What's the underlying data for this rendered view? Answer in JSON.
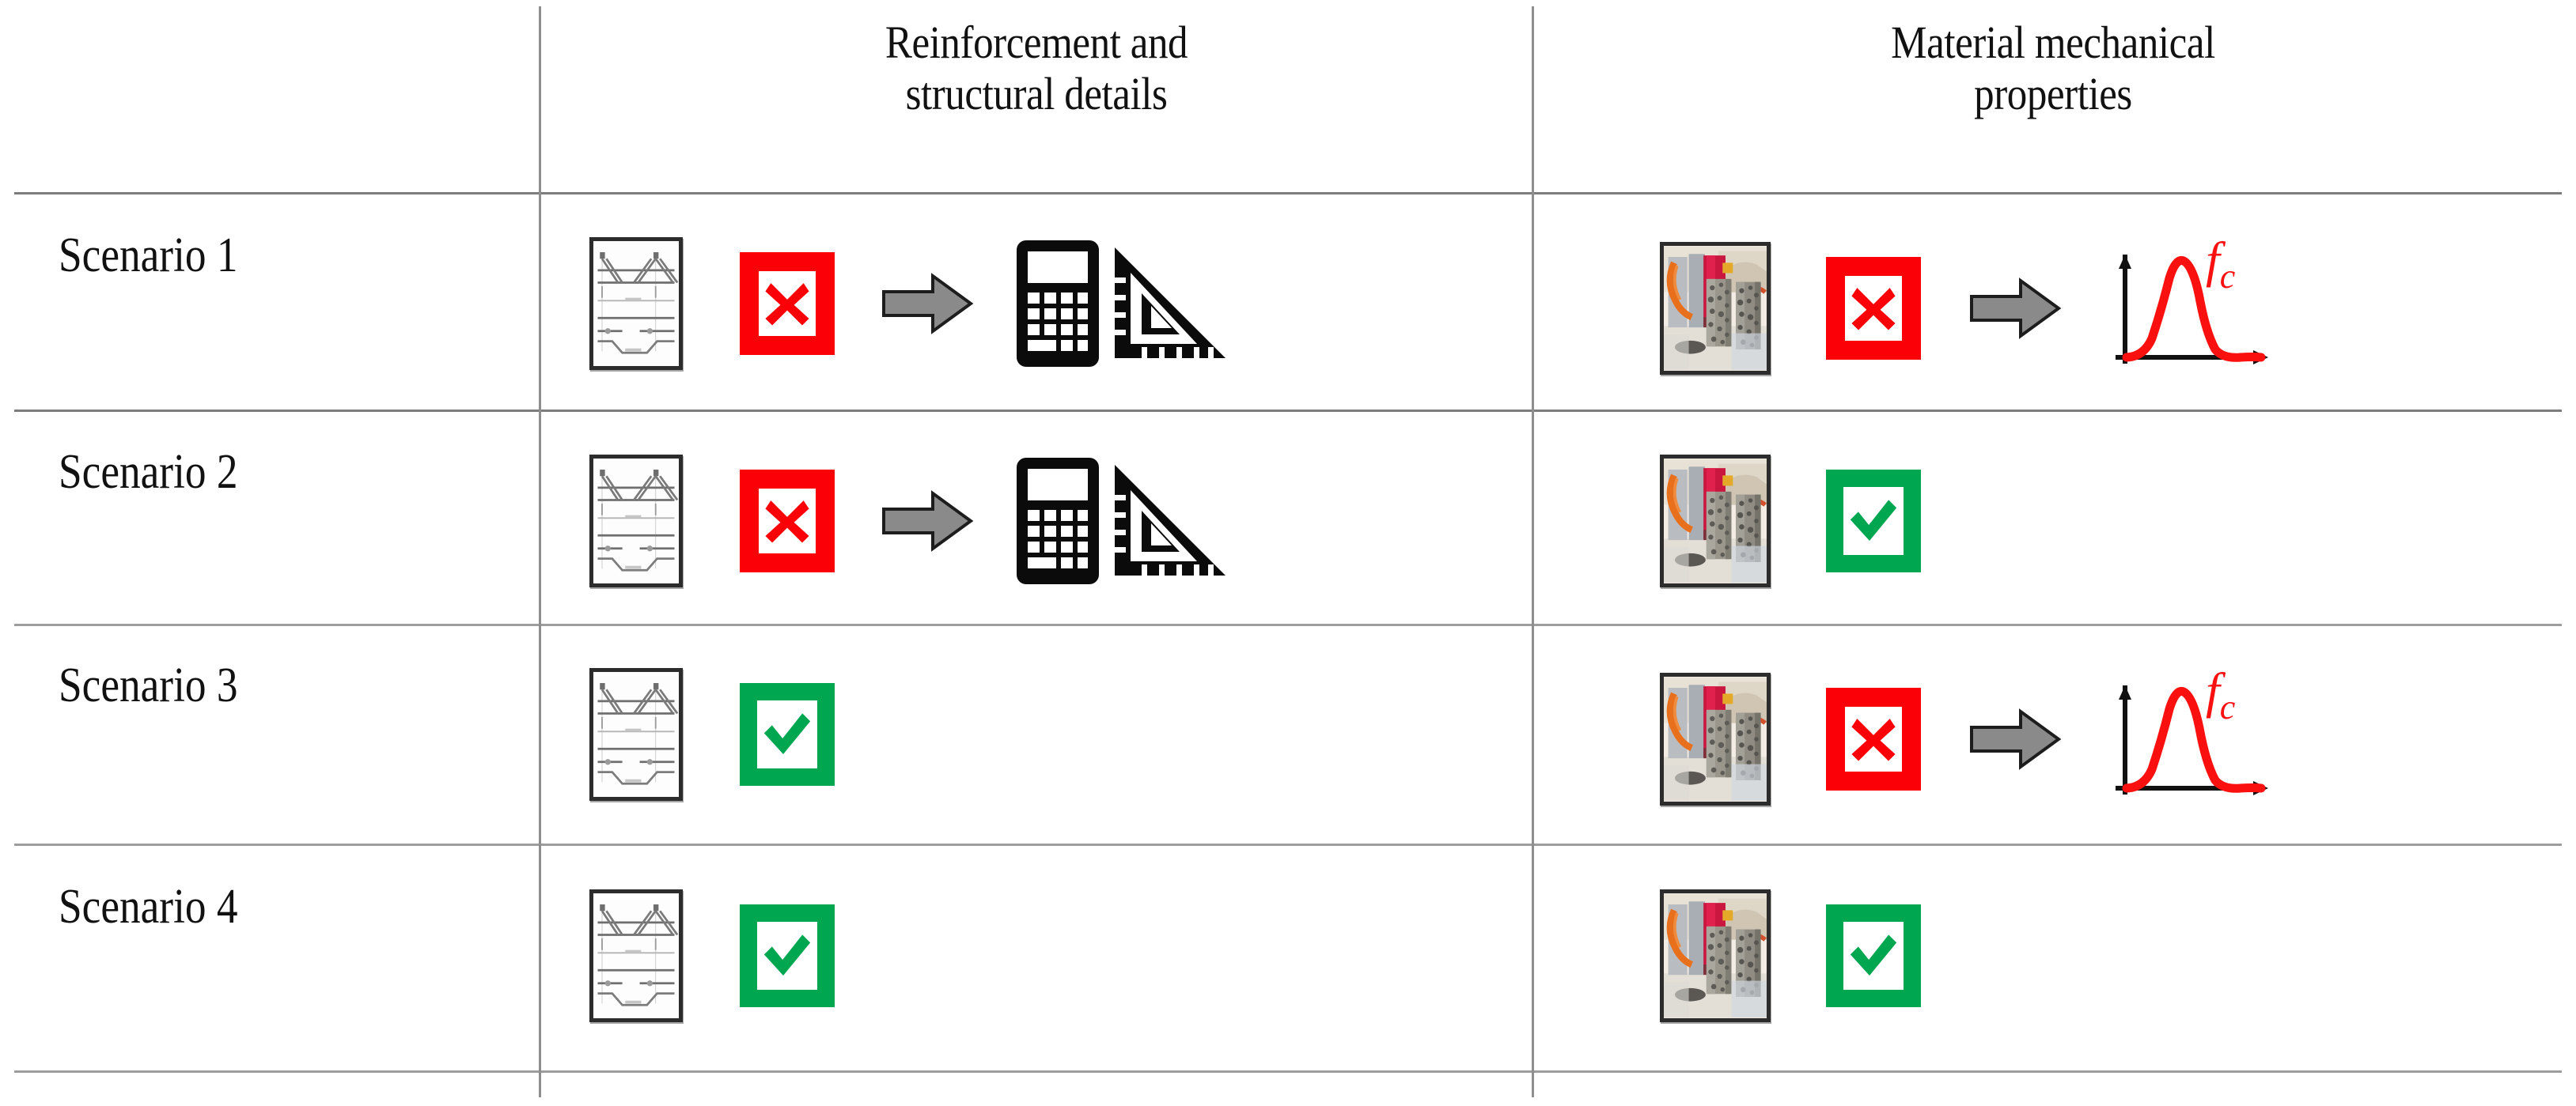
{
  "figure": {
    "type": "comparison-table",
    "columns": [
      {
        "id": "scenario",
        "label": ""
      },
      {
        "id": "reinforcement",
        "label_line1": "Reinforcement and",
        "label_line2": "structural details"
      },
      {
        "id": "material",
        "label_line1": "Material mechanical",
        "label_line2": "properties"
      }
    ],
    "rows": [
      {
        "label": "Scenario 1",
        "reinforcement": {
          "thumbnail": "structural-drawing-thumbnail",
          "status": "cross",
          "status_symbol": "✖",
          "has_arrow": true,
          "outcome_icons": [
            "calculator-icon",
            "set-square-icon"
          ]
        },
        "material": {
          "thumbnail": "concrete-cylinder-photo",
          "status": "cross",
          "status_symbol": "✖",
          "has_arrow": true,
          "outcome_icons": [
            "distribution-curve-icon"
          ],
          "curve_label": "f",
          "curve_label_sub": "c"
        }
      },
      {
        "label": "Scenario 2",
        "reinforcement": {
          "thumbnail": "structural-drawing-thumbnail",
          "status": "cross",
          "status_symbol": "✖",
          "has_arrow": true,
          "outcome_icons": [
            "calculator-icon",
            "set-square-icon"
          ]
        },
        "material": {
          "thumbnail": "concrete-cylinder-photo",
          "status": "check",
          "status_symbol": "✔",
          "has_arrow": false,
          "outcome_icons": [],
          "curve_label": "",
          "curve_label_sub": ""
        }
      },
      {
        "label": "Scenario 3",
        "reinforcement": {
          "thumbnail": "structural-drawing-thumbnail",
          "status": "check",
          "status_symbol": "✔",
          "has_arrow": false,
          "outcome_icons": []
        },
        "material": {
          "thumbnail": "concrete-cylinder-photo",
          "status": "cross",
          "status_symbol": "✖",
          "has_arrow": true,
          "outcome_icons": [
            "distribution-curve-icon"
          ],
          "curve_label": "f",
          "curve_label_sub": "c"
        }
      },
      {
        "label": "Scenario 4",
        "reinforcement": {
          "thumbnail": "structural-drawing-thumbnail",
          "status": "check",
          "status_symbol": "✔",
          "has_arrow": false,
          "outcome_icons": []
        },
        "material": {
          "thumbnail": "concrete-cylinder-photo",
          "status": "check",
          "status_symbol": "✔",
          "has_arrow": false,
          "outcome_icons": [],
          "curve_label": "",
          "curve_label_sub": ""
        }
      }
    ],
    "colors": {
      "cross": "#fb0007",
      "check": "#00a650",
      "curve": "#fb1010",
      "arrow": "#808080",
      "rule": "#9d9d9d",
      "text": "#111111"
    }
  }
}
